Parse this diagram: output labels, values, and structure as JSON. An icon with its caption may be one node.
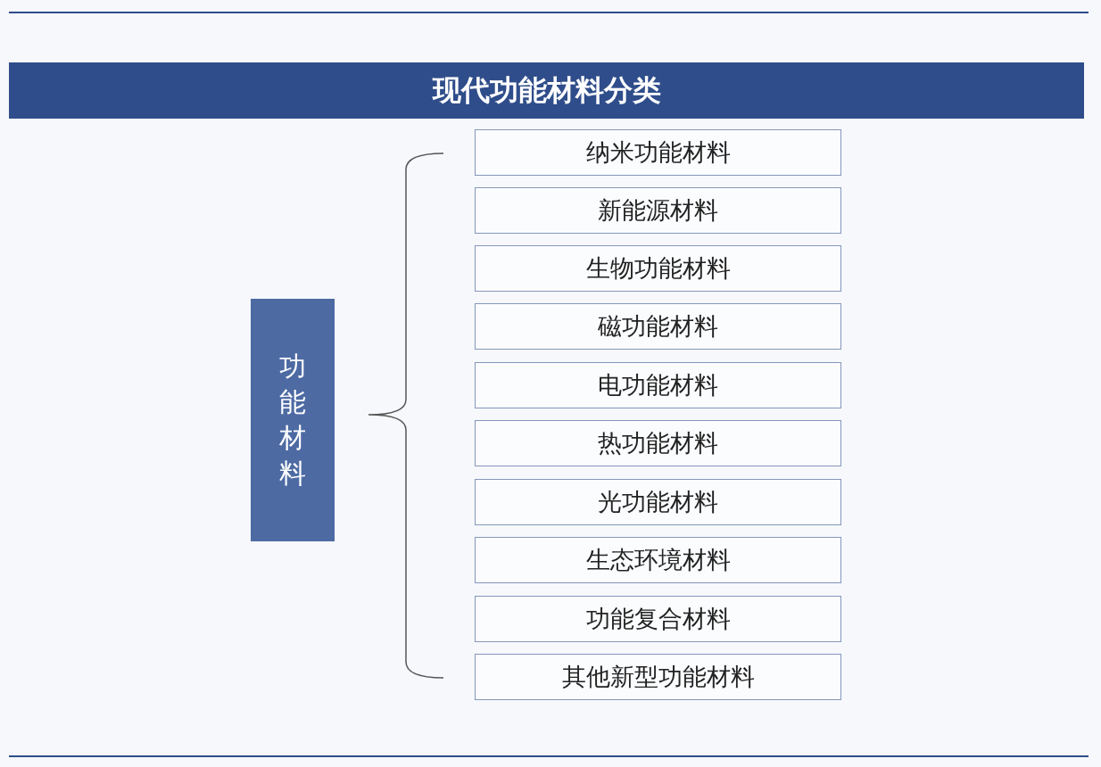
{
  "diagram": {
    "title": "现代功能材料分类",
    "nodes": [
      {
        "text": [
          "功能材料"
        ]
      },
      {
        "text": [
          "纳米功能材料"
        ]
      },
      {
        "text": [
          "新能源材料"
        ]
      },
      {
        "text": [
          "生物功能材料"
        ]
      },
      {
        "text": [
          "磁功能材料"
        ]
      },
      {
        "text": [
          "电功能材料"
        ]
      },
      {
        "text": [
          "热功能材料"
        ]
      },
      {
        "text": [
          "光功能材料"
        ]
      },
      {
        "text": [
          "生态环境材料"
        ]
      },
      {
        "text": [
          "功能复合材料"
        ]
      },
      {
        "text": [
          "其他新型功能材料"
        ]
      }
    ]
  }
}
